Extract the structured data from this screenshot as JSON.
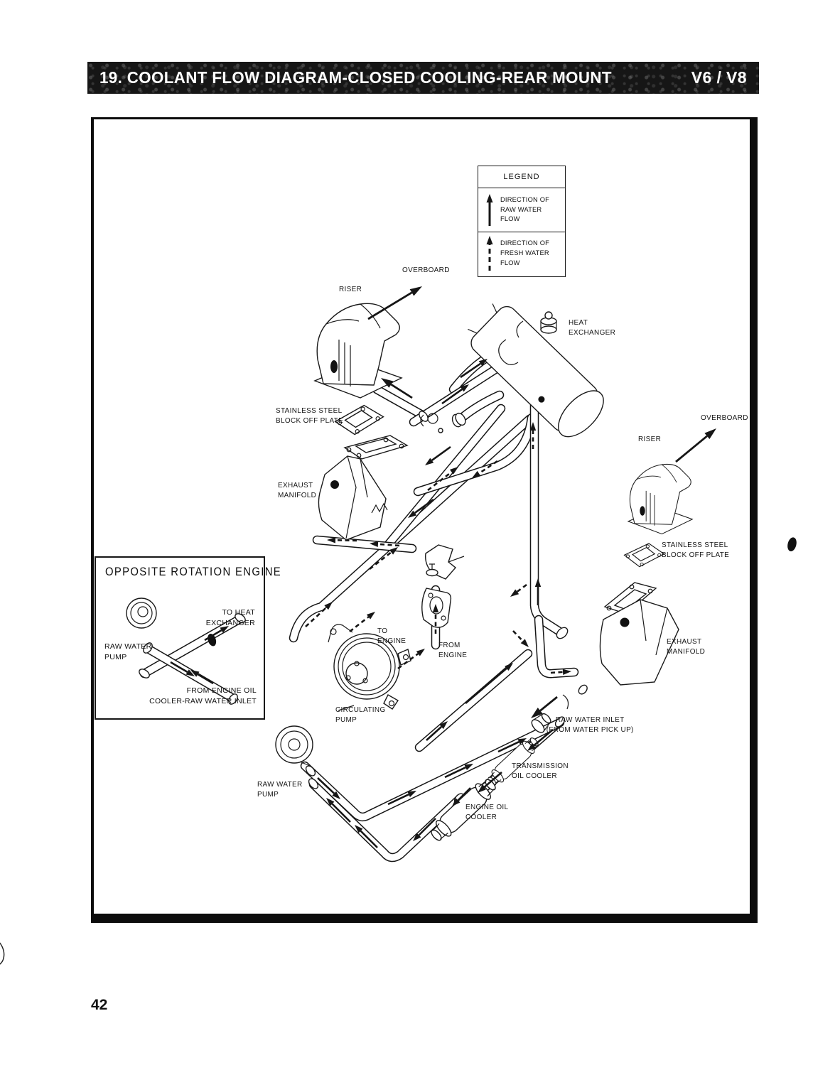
{
  "header": {
    "title": "19.  COOLANT FLOW DIAGRAM-CLOSED COOLING-REAR MOUNT",
    "badge": "V6 / V8"
  },
  "page_number": "42",
  "legend": {
    "title": "LEGEND",
    "items": [
      {
        "icon": "solid-up-arrow",
        "label": "DIRECTION OF\nRAW WATER FLOW"
      },
      {
        "icon": "dashed-up-arrow",
        "label": "DIRECTION OF\nFRESH WATER FLOW"
      }
    ]
  },
  "inset": {
    "title": "OPPOSITE ROTATION ENGINE",
    "labels": {
      "to_heat_exchanger": "TO HEAT\nEXCHANGER",
      "raw_water_pump": "RAW WATER\nPUMP",
      "from_engine_oil_cooler": "FROM ENGINE OIL\nCOOLER-RAW WATER INLET"
    }
  },
  "diagram": {
    "labels": {
      "overboard_top": "OVERBOARD",
      "riser_left": "RISER",
      "heat_exchanger": "HEAT\nEXCHANGER",
      "stainless_plate_left": "STAINLESS STEEL\nBLOCK OFF PLATE",
      "overboard_right": "OVERBOARD",
      "riser_right": "RISER",
      "exhaust_manifold_left": "EXHAUST\nMANIFOLD",
      "stainless_plate_right": "STAINLESS STEEL\nBLOCK OFF PLATE",
      "exhaust_manifold_right": "EXHAUST\nMANIFOLD",
      "to_engine": "TO\nENGINE",
      "from_engine": "FROM\nENGINE",
      "circulating_pump": "CIRCULATING\nPUMP",
      "raw_water_inlet": "RAW WATER INLET\n(FROM WATER PICK UP)",
      "transmission_oil_cooler": "TRANSMISSION\nOIL COOLER",
      "engine_oil_cooler": "ENGINE OIL\nCOOLER",
      "raw_water_pump_bottom": "RAW WATER\nPUMP"
    }
  }
}
